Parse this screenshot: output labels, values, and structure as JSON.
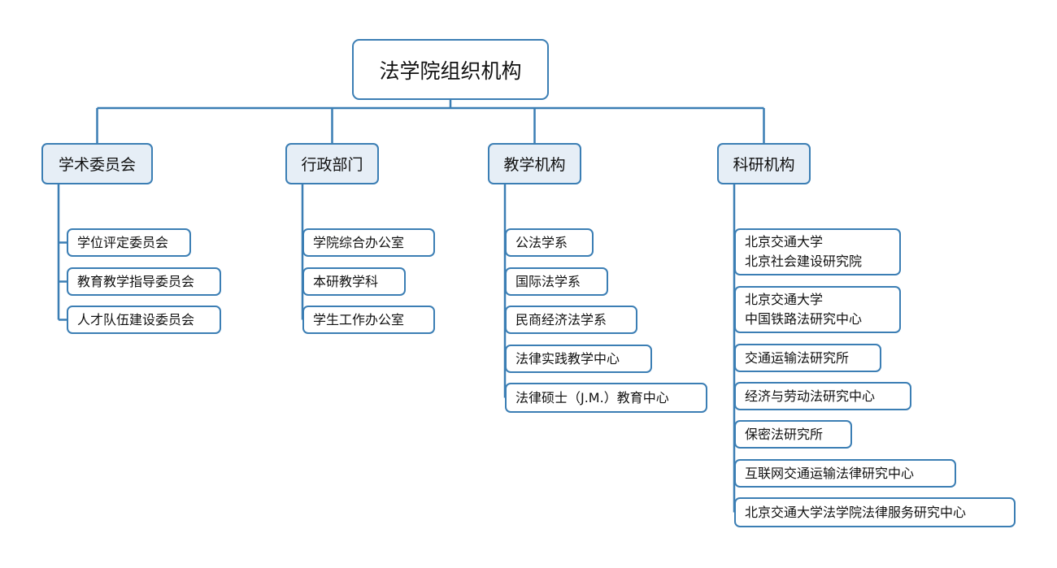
{
  "root": {
    "label": "法学院组织机构"
  },
  "categories": [
    {
      "label": "学术委员会",
      "children": [
        "学位评定委员会",
        "教育教学指导委员会",
        "人才队伍建设委员会"
      ]
    },
    {
      "label": "行政部门",
      "children": [
        "学院综合办公室",
        "本研教学科",
        "学生工作办公室"
      ]
    },
    {
      "label": "教学机构",
      "children": [
        "公法学系",
        "国际法学系",
        "民商经济法学系",
        "法律实践教学中心",
        "法律硕士（J.M.）教育中心"
      ]
    },
    {
      "label": "科研机构",
      "children": [
        [
          "北京交通大学",
          "北京社会建设研究院"
        ],
        [
          "北京交通大学",
          "中国铁路法研究中心"
        ],
        "交通运输法研究所",
        "经济与劳动法研究中心",
        "保密法研究所",
        "互联网交通运输法律研究中心",
        "北京交通大学法学院法律服务研究中心"
      ]
    }
  ],
  "colors": {
    "border": "#3b7eb4",
    "category_fill": "#e6eef6",
    "leaf_fill": "#ffffff"
  }
}
